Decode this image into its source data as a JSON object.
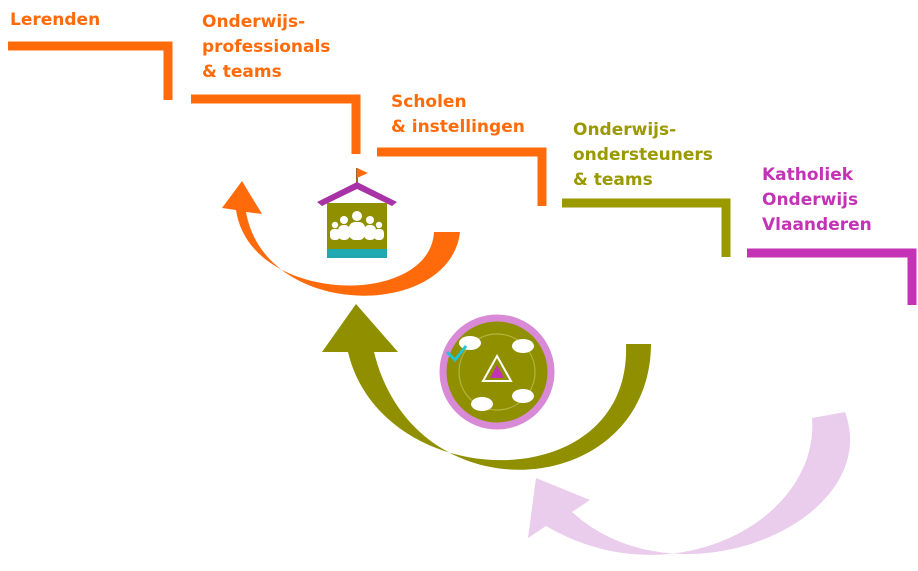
{
  "colors": {
    "orange": "#ff6b0a",
    "olive": "#9a9a00",
    "magenta": "#c433b6",
    "light_pink": "#e8c6ea",
    "teal": "#21a9b1",
    "house_purple": "#a733a6"
  },
  "steps": [
    {
      "id": "lerenden",
      "lines": [
        "Lerenden"
      ],
      "color": "orange"
    },
    {
      "id": "onderwijsprofessionals",
      "lines": [
        "Onderwijs-",
        "professionals",
        "& teams"
      ],
      "color": "orange"
    },
    {
      "id": "scholen",
      "lines": [
        "Scholen",
        "& instellingen"
      ],
      "color": "orange"
    },
    {
      "id": "ondersteuners",
      "lines": [
        "Onderwijs-",
        "ondersteuners",
        "& teams"
      ],
      "color": "olive"
    },
    {
      "id": "kov",
      "lines": [
        "Katholiek",
        "Onderwijs",
        "Vlaanderen"
      ],
      "color": "magenta"
    }
  ],
  "icons": {
    "school": "school-house-icon",
    "network": "network-circle-icon"
  }
}
